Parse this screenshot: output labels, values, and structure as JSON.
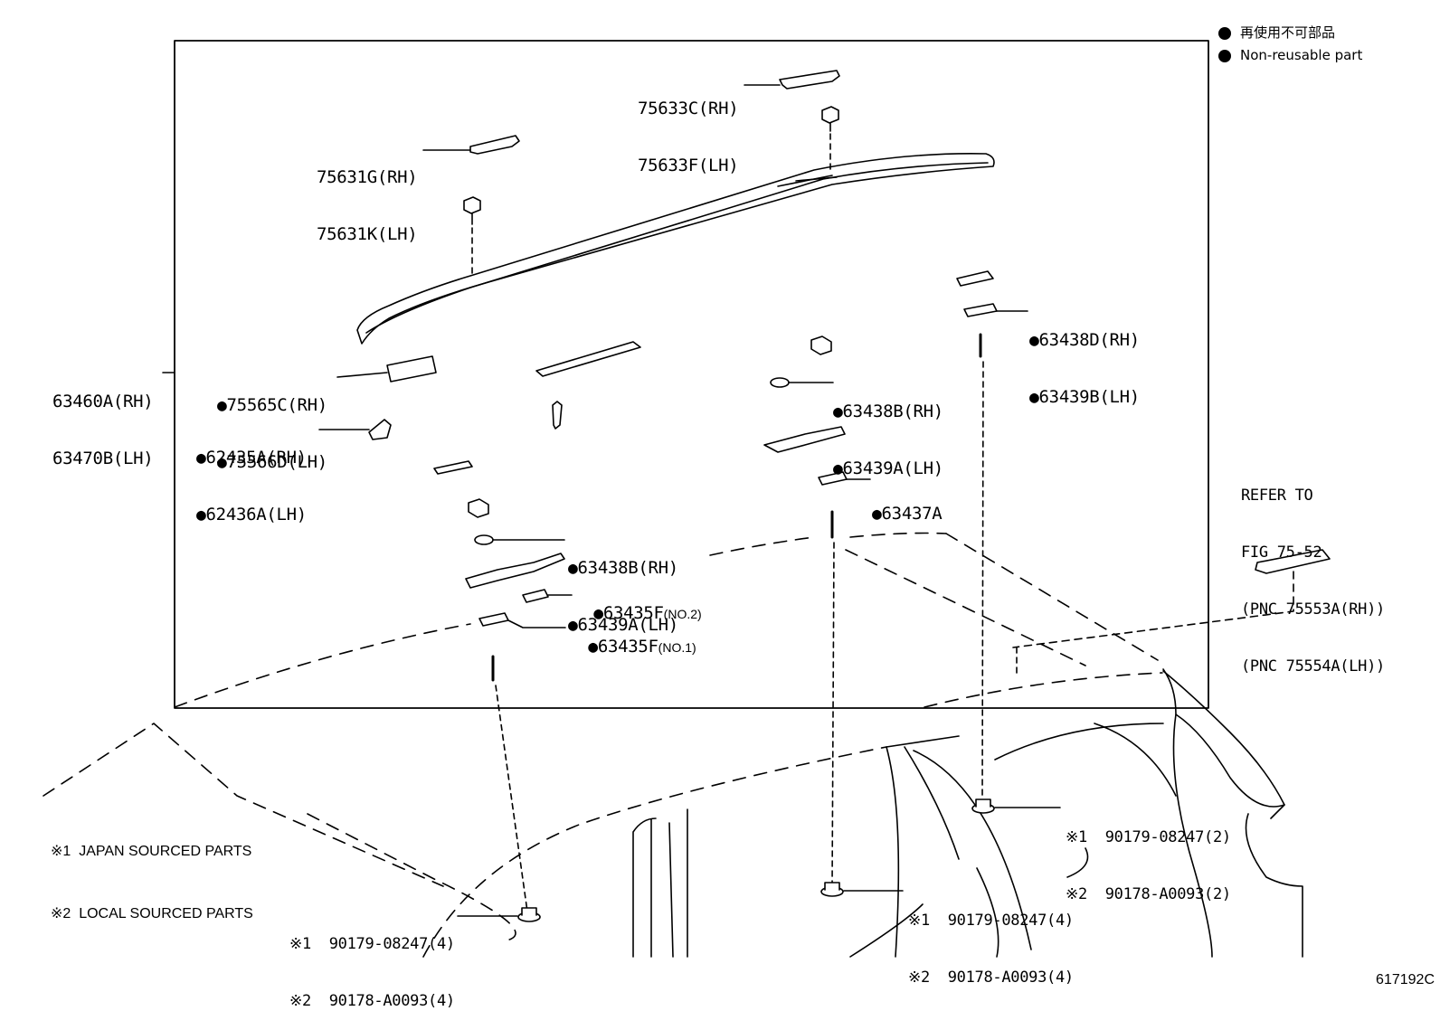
{
  "legend": {
    "items": [
      {
        "text": "再使用不可部品",
        "icon": "filled-circle"
      },
      {
        "text": "Non-reusable part",
        "icon": "filled-circle"
      }
    ]
  },
  "figure_id": "617192C",
  "parts": {
    "p75633": {
      "line1": "75633C(RH)",
      "line2": "75633F(LH)"
    },
    "p75631": {
      "line1": "75631G(RH)",
      "line2": "75631K(LH)"
    },
    "p63460": {
      "line1": "63460A(RH)",
      "line2": "63470B(LH)"
    },
    "p75565": {
      "line1": "75565C(RH)",
      "line2": "75566D(LH)"
    },
    "p62435": {
      "line1": "62435A(RH)",
      "line2": "62436A(LH)"
    },
    "p63438d": {
      "line1": "63438D(RH)",
      "line2": "63439B(LH)"
    },
    "p63438b_right": {
      "line1": "63438B(RH)",
      "line2": "63439A(LH)"
    },
    "p63437": {
      "line1": "63437A"
    },
    "p63438b_left": {
      "line1": "63438B(RH)",
      "line2": "63439A(LH)"
    },
    "p63435_no2": {
      "code": "63435F",
      "suffix": "(NO.2)"
    },
    "p63435_no1": {
      "code": "63435F",
      "suffix": "(NO.1)"
    }
  },
  "refer": {
    "line1": "REFER TO",
    "line2": "FIG 75-52",
    "line3": "(PNC 75553A(RH))",
    "line4": "(PNC 75554A(LH))"
  },
  "sourcing_notes": {
    "line1": "※1  JAPAN SOURCED PARTS",
    "line2": "※2  LOCAL SOURCED PARTS"
  },
  "fasteners": {
    "left": {
      "line1": "※1  90179-08247(4)",
      "line2": "※2  90178-A0093(4)"
    },
    "middle": {
      "line1": "※1  90179-08247(4)",
      "line2": "※2  90178-A0093(4)"
    },
    "right": {
      "line1": "※1  90179-08247(2)",
      "line2": "※2  90178-A0093(2)"
    }
  },
  "non_reusable_marker": "●"
}
